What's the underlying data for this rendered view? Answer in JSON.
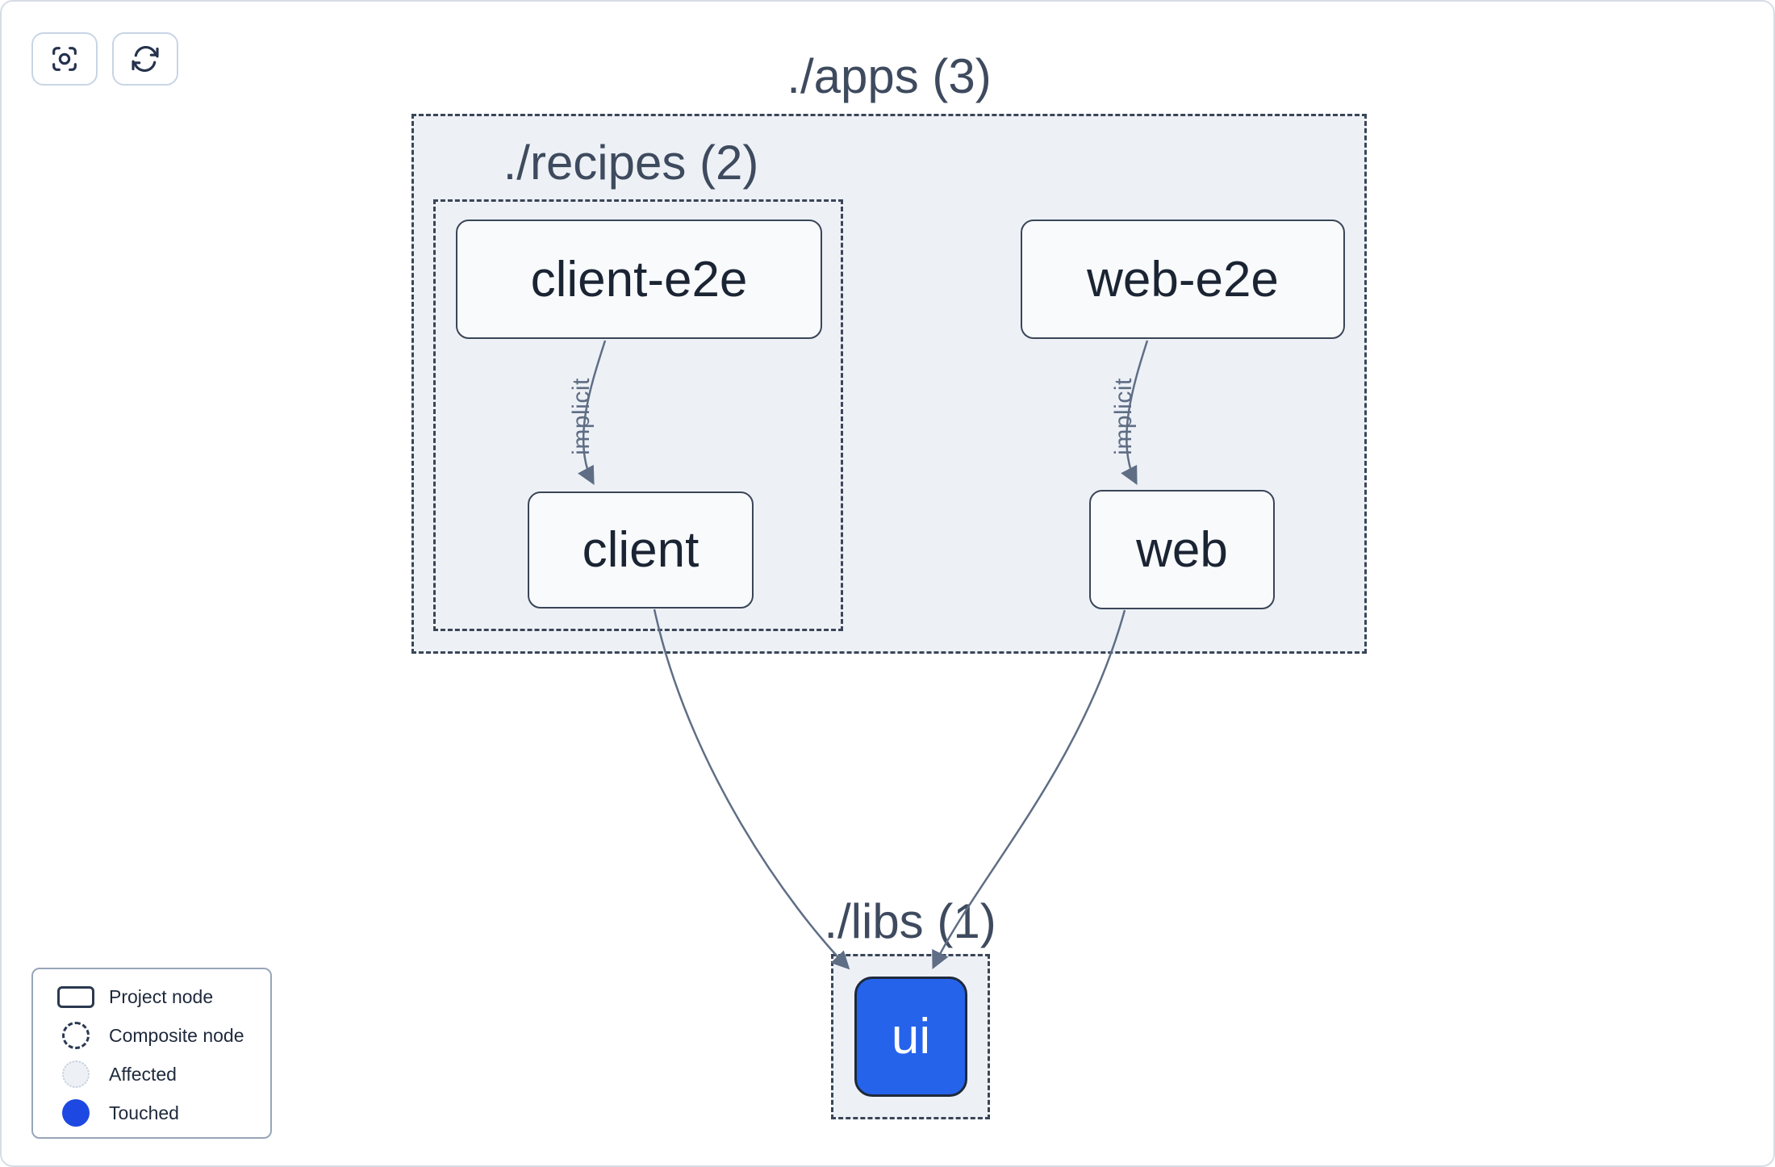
{
  "toolbar": {
    "focus_button": {
      "icon": "focus-icon"
    },
    "refresh_button": {
      "icon": "refresh-icon"
    }
  },
  "graph": {
    "groups": [
      {
        "id": "apps",
        "label": "./apps (3)"
      },
      {
        "id": "recipes",
        "label": "./recipes (2)"
      },
      {
        "id": "libs",
        "label": "./libs (1)"
      }
    ],
    "nodes": [
      {
        "id": "client-e2e",
        "label": "client-e2e",
        "state": "normal"
      },
      {
        "id": "web-e2e",
        "label": "web-e2e",
        "state": "normal"
      },
      {
        "id": "client",
        "label": "client",
        "state": "normal"
      },
      {
        "id": "web",
        "label": "web",
        "state": "normal"
      },
      {
        "id": "ui",
        "label": "ui",
        "state": "touched"
      }
    ],
    "edges": [
      {
        "from": "client-e2e",
        "to": "client",
        "type": "implicit",
        "label": "implicit"
      },
      {
        "from": "web-e2e",
        "to": "web",
        "type": "implicit",
        "label": "implicit"
      },
      {
        "from": "client",
        "to": "ui",
        "type": "static",
        "label": ""
      },
      {
        "from": "web",
        "to": "ui",
        "type": "static",
        "label": ""
      }
    ]
  },
  "legend": {
    "items": [
      {
        "id": "project-node",
        "label": "Project node"
      },
      {
        "id": "composite-node",
        "label": "Composite node"
      },
      {
        "id": "affected",
        "label": "Affected"
      },
      {
        "id": "touched",
        "label": "Touched"
      }
    ]
  },
  "colors": {
    "canvas_bg": "#ffffff",
    "container_fill": "#edf1f6",
    "container_border": "#3a4557",
    "node_bg": "#f8fafc",
    "node_border": "#3a4557",
    "node_text": "#1b2433",
    "group_label": "#3e4a5e",
    "edge": "#5f6e85",
    "edge_label": "#5e6d84",
    "touched_blue": "#1d49e2",
    "ui_node_blue": "#2563eb",
    "ui_node_text": "#ffffff"
  }
}
